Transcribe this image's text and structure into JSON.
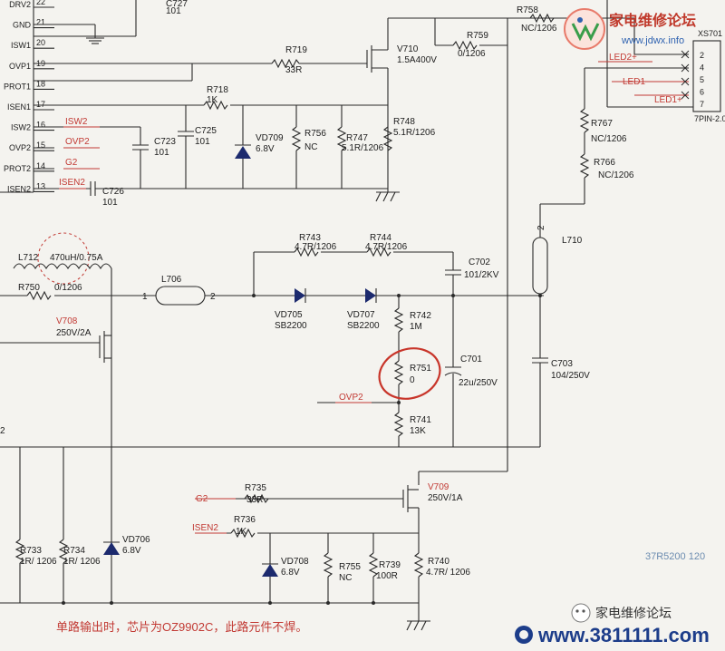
{
  "watermark": {
    "top_name": "家电维修论坛",
    "top_url": "www.jdwx.info",
    "bottom_name": "家电维修论坛",
    "bottom_url": "www.3811111.com"
  },
  "ic_pins": [
    {
      "label": "DRV2",
      "num": "22"
    },
    {
      "label": "GND",
      "num": "21"
    },
    {
      "label": "ISW1",
      "num": "20"
    },
    {
      "label": "OVP1",
      "num": "19"
    },
    {
      "label": "PROT1",
      "num": "18"
    },
    {
      "label": "ISEN1",
      "num": "17"
    },
    {
      "label": "ISW2",
      "num": "16"
    },
    {
      "label": "OVP2",
      "num": "15"
    },
    {
      "label": "PROT2",
      "num": "14"
    },
    {
      "label": "ISEN2",
      "num": "13"
    }
  ],
  "nets": {
    "isw2": "ISW2",
    "ovp2": "OVP2",
    "g2": "G2",
    "isen2": "ISEN2",
    "ovp2_mid": "OVP2",
    "g2_low": "G2",
    "isen2_low": "ISEN2"
  },
  "connector": {
    "ref": "XS701",
    "pins": [
      "2",
      "4",
      "5",
      "6",
      "7"
    ],
    "nets": [
      "LED2+",
      "LED1-",
      "LED1+"
    ],
    "name": "7PIN-2.0"
  },
  "components": {
    "c_top": {
      "ref": "C727",
      "val": "101"
    },
    "r758": {
      "ref": "R758",
      "val": "NC/1206"
    },
    "r759": {
      "ref": "R759",
      "val": "0/1206"
    },
    "r719": {
      "ref": "R719",
      "val": "33R"
    },
    "v710": {
      "ref": "V710",
      "val": "1.5A400V"
    },
    "r718": {
      "ref": "R718",
      "val": "1K"
    },
    "c725": {
      "ref": "C725",
      "val": "101"
    },
    "c723": {
      "ref": "C723",
      "val": "101"
    },
    "vd709": {
      "ref": "VD709",
      "val": "6.8V"
    },
    "r756": {
      "ref": "R756",
      "val": "NC"
    },
    "r747": {
      "ref": "R747",
      "val": "5.1R/1206"
    },
    "r748": {
      "ref": "R748",
      "val": "5.1R/1206"
    },
    "c726": {
      "ref": "C726",
      "val": "101"
    },
    "r767": {
      "ref": "R767",
      "val": "NC/1206"
    },
    "r766": {
      "ref": "R766",
      "val": "NC/1206"
    },
    "l712": {
      "ref": "L712",
      "val": "470uH/0.75A"
    },
    "r750": {
      "ref": "R750",
      "val": "0/1206"
    },
    "l706": {
      "ref": "L706",
      "p1": "1",
      "p2": "2"
    },
    "r743": {
      "ref": "R743",
      "val": "4.7R/1206"
    },
    "r744": {
      "ref": "R744",
      "val": "4.7R/1206"
    },
    "c702": {
      "ref": "C702",
      "val": "101/2KV"
    },
    "l710": {
      "ref": "L710",
      "p": "2"
    },
    "vd705": {
      "ref": "VD705",
      "val": "SB2200"
    },
    "vd707": {
      "ref": "VD707",
      "val": "SB2200"
    },
    "r742": {
      "ref": "R742",
      "val": "1M"
    },
    "v708": {
      "ref": "V708",
      "val": "250V/2A"
    },
    "r751": {
      "ref": "R751",
      "val": "0"
    },
    "c701": {
      "ref": "C701",
      "val": "22u/250V"
    },
    "c703": {
      "ref": "C703",
      "val": "104/250V"
    },
    "r741": {
      "ref": "R741",
      "val": "13K"
    },
    "r735": {
      "ref": "R735",
      "val": "33R"
    },
    "v709": {
      "ref": "V709",
      "val": "250V/1A"
    },
    "r736": {
      "ref": "R736",
      "val": "1K"
    },
    "vd706": {
      "ref": "VD706",
      "val": "6.8V"
    },
    "r733": {
      "ref": "R733",
      "val": "1R/ 1206"
    },
    "r734": {
      "ref": "R734",
      "val": "1R/ 1206"
    },
    "vd708": {
      "ref": "VD708",
      "val": "6.8V"
    },
    "r755": {
      "ref": "R755",
      "val": "NC"
    },
    "r739": {
      "ref": "R739",
      "val": "100R"
    },
    "r740": {
      "ref": "R740",
      "val": "4.7R/ 1206"
    }
  },
  "edge_texts": {
    "left_fragment": "2",
    "page_marker": "37R5200 120"
  },
  "footnote": "单路输出时，芯片为OZ9902C，此路元件不焊。",
  "colors": {
    "ink": "#2a2a2a",
    "red": "#c23a34",
    "paper": "#f4f3ef"
  }
}
